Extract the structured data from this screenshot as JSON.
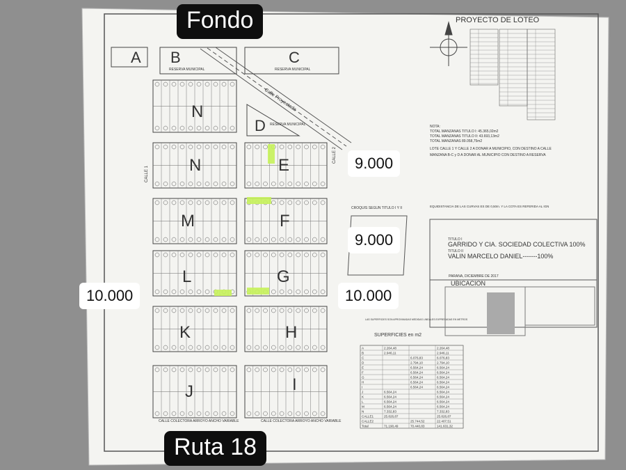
{
  "labels": {
    "top": "Fondo",
    "bottom": "Ruta 18",
    "right_top": "9.000",
    "right_mid": "9.000",
    "right_bottom": "10.000",
    "left": "10.000"
  },
  "plan": {
    "title": "PROYECTO DE LOTEO",
    "blocks": [
      "A",
      "B",
      "C",
      "D",
      "N",
      "N",
      "E",
      "M",
      "F",
      "L",
      "G",
      "K",
      "H",
      "J",
      "I"
    ],
    "reserva": "RESERVA MUNICIPAL",
    "street_diag": "Calle Proyectada",
    "street_left": "CALLE 1",
    "street_right": "CALLE 2",
    "street_bottom_left": "CALLE COLECTORA ARROYO ANCHO VARIABLE",
    "street_bottom_right": "CALLE COLECTORA ARROYO ANCHO VARIABLE",
    "croquis": "CROQUIS SEGUN TITULO I Y II",
    "notes_heading": "NOTA:",
    "notes": [
      "TOTAL MANZANAS TITULO I: 45.365,02m2",
      "TOTAL MANZANAS TITULO II: 43.693,13m2",
      "TOTAL MANZANAS          89.058,75m2",
      "LOTE CALLE 1 Y CALLE 2 A DONAR A MUNICIPIO, CON DESTINO A CALLE",
      "MANZANA B-C y D  A DONAR AL MUNICIPIO CON DESTINO A RESERVA"
    ],
    "equid": "EQUIDISTANCIA DE LAS CURVAS ES DE 0,50m. Y LA COTA ES REFERIDA AL IGN",
    "owner_title": "GARRIDO Y CIA. SOCIEDAD COLECTIVA 100%",
    "owner_title2": "VALIN MARCELO DANIEL-------100%",
    "titulo1": "TITULO I",
    "titulo2": "TITULO II",
    "date": "PARANA, DICIEMBRE DE 2017",
    "ubicacion": "UBICACION",
    "surf_title": "SUPERFICIES en m2",
    "surf_note": "LAS SUPERFICIES SON APROXIMADAS MEDIDAS LINEALES EXPRESADAS EN METROS",
    "surf_rows": [
      [
        "A",
        "2.264,48",
        "",
        "2.264,48"
      ],
      [
        "B",
        "2.946,11",
        "",
        "2.946,11"
      ],
      [
        "C",
        "",
        "6.076,83",
        "6.076,83"
      ],
      [
        "D",
        "",
        "2.794,10",
        "2.794,10"
      ],
      [
        "E",
        "",
        "6.564,24",
        "6.564,24"
      ],
      [
        "F",
        "",
        "6.564,24",
        "6.564,24"
      ],
      [
        "G",
        "",
        "6.564,24",
        "6.564,24"
      ],
      [
        "H",
        "",
        "6.564,24",
        "6.564,24"
      ],
      [
        "I",
        "",
        "6.564,24",
        "6.564,24"
      ],
      [
        "J",
        "6.564,24",
        "",
        "6.564,24"
      ],
      [
        "K",
        "6.564,24",
        "",
        "6.564,24"
      ],
      [
        "L",
        "6.564,24",
        "",
        "6.564,24"
      ],
      [
        "M",
        "6.564,24",
        "",
        "6.564,24"
      ],
      [
        "N",
        "7.332,83",
        "",
        "7.332,83"
      ],
      [
        "CALLE1",
        "25.826,87",
        "",
        "25.826,87"
      ],
      [
        "CALLE2",
        "",
        "25.744,52",
        "22.407,51"
      ],
      [
        "Total",
        "71.190,49",
        "70.440,83",
        "141.631,32"
      ]
    ]
  },
  "colors": {
    "paper": "#f4f4f1",
    "line": "#444444",
    "highlight": "#c6f25a",
    "label_bg": "#ffffff",
    "tag_bg": "#0e0e0e"
  }
}
